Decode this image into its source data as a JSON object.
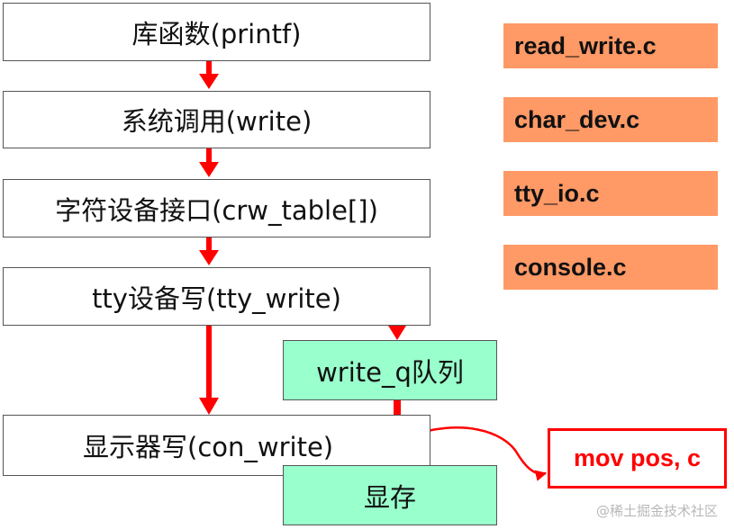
{
  "layers": {
    "printf": "库函数(printf)",
    "write": "系统调用(write)",
    "crw_table": "字符设备接口(crw_table[])",
    "tty_write": "tty设备写(tty_write)",
    "write_q": "write_q队列",
    "con_write": "显示器写(con_write)",
    "vram": "显存"
  },
  "files": {
    "read_write": "read_write.c",
    "char_dev": "char_dev.c",
    "tty_io": "tty_io.c",
    "console": "console.c"
  },
  "callout": "mov pos, c",
  "watermark": "@稀土掘金技术社区",
  "colors": {
    "arrow": "#ff0000",
    "file_box": "#ff9966",
    "queue_box": "#99ffcc",
    "border": "#555555"
  }
}
